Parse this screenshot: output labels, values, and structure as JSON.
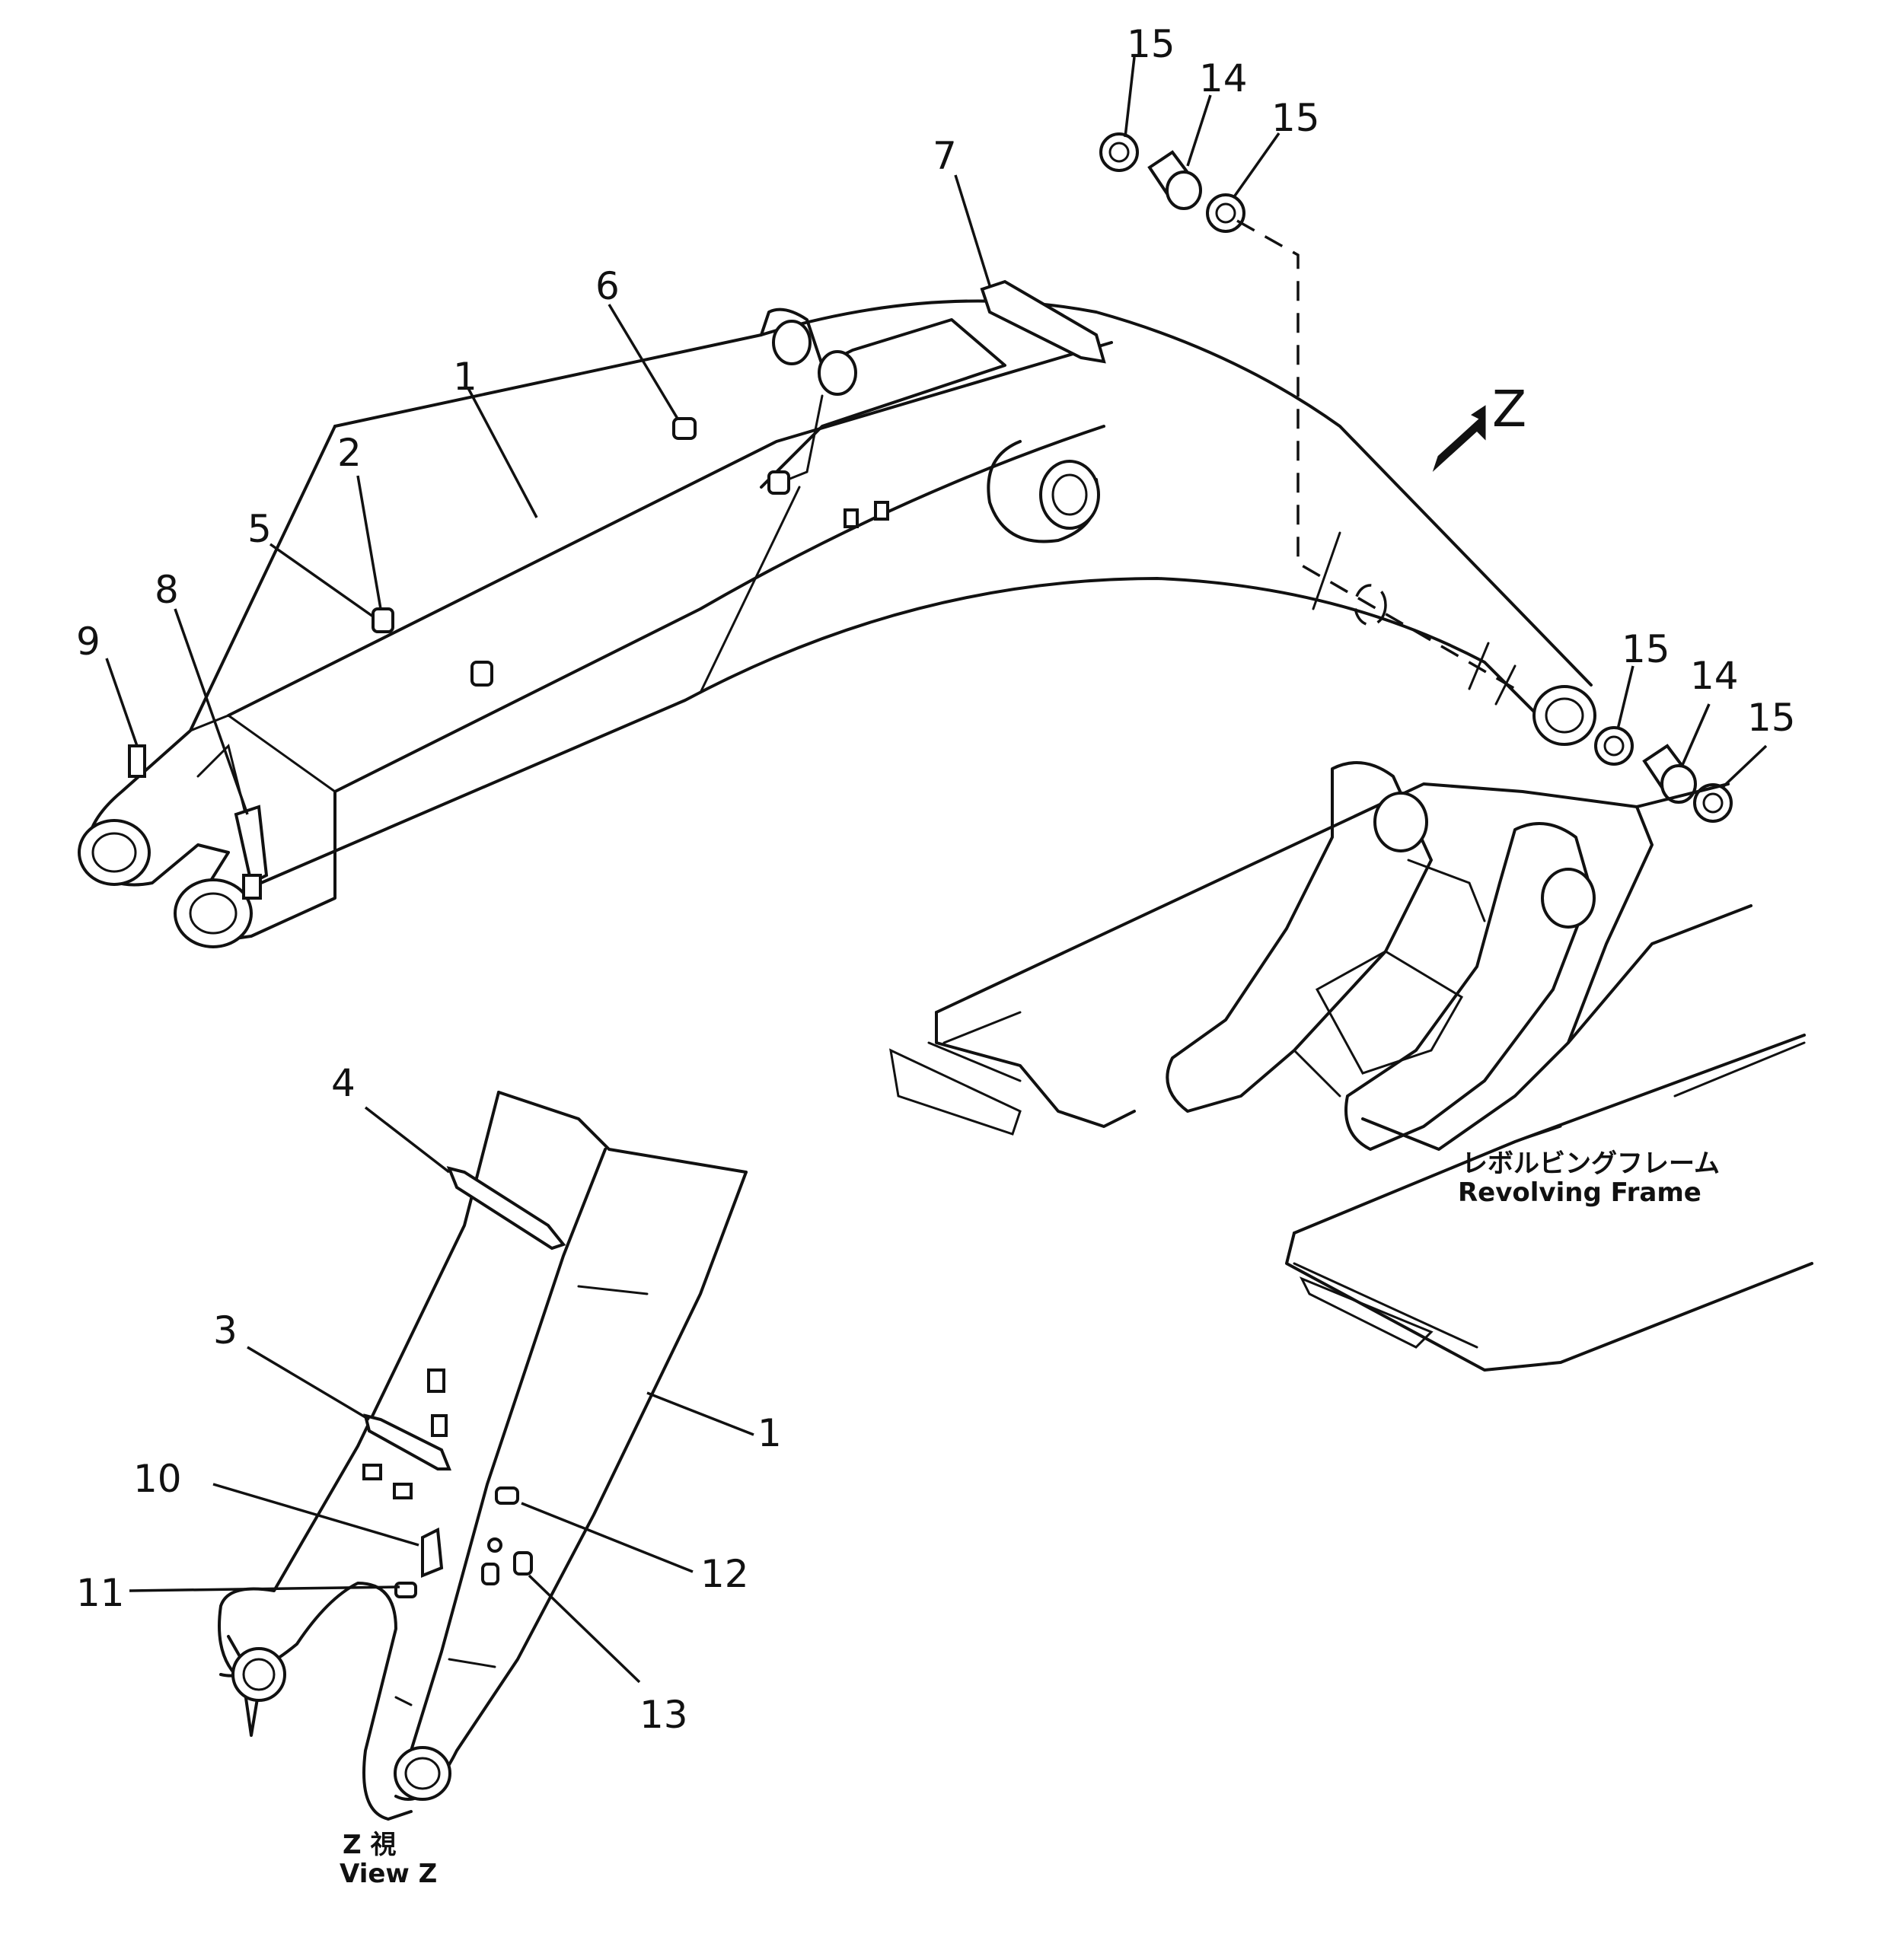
{
  "callouts": {
    "c1": "1",
    "c2": "2",
    "c3": "3",
    "c4": "4",
    "c5": "5",
    "c6": "6",
    "c7": "7",
    "c8": "8",
    "c9": "9",
    "c10": "10",
    "c11": "11",
    "c12": "12",
    "c13": "13",
    "c14": "14",
    "c15": "15"
  },
  "view_marker": "Z",
  "frame_label": {
    "jp": "レボルビングフレーム",
    "en": "Revolving  Frame"
  },
  "view_caption": {
    "jp": "Z   視",
    "en": "View  Z"
  }
}
